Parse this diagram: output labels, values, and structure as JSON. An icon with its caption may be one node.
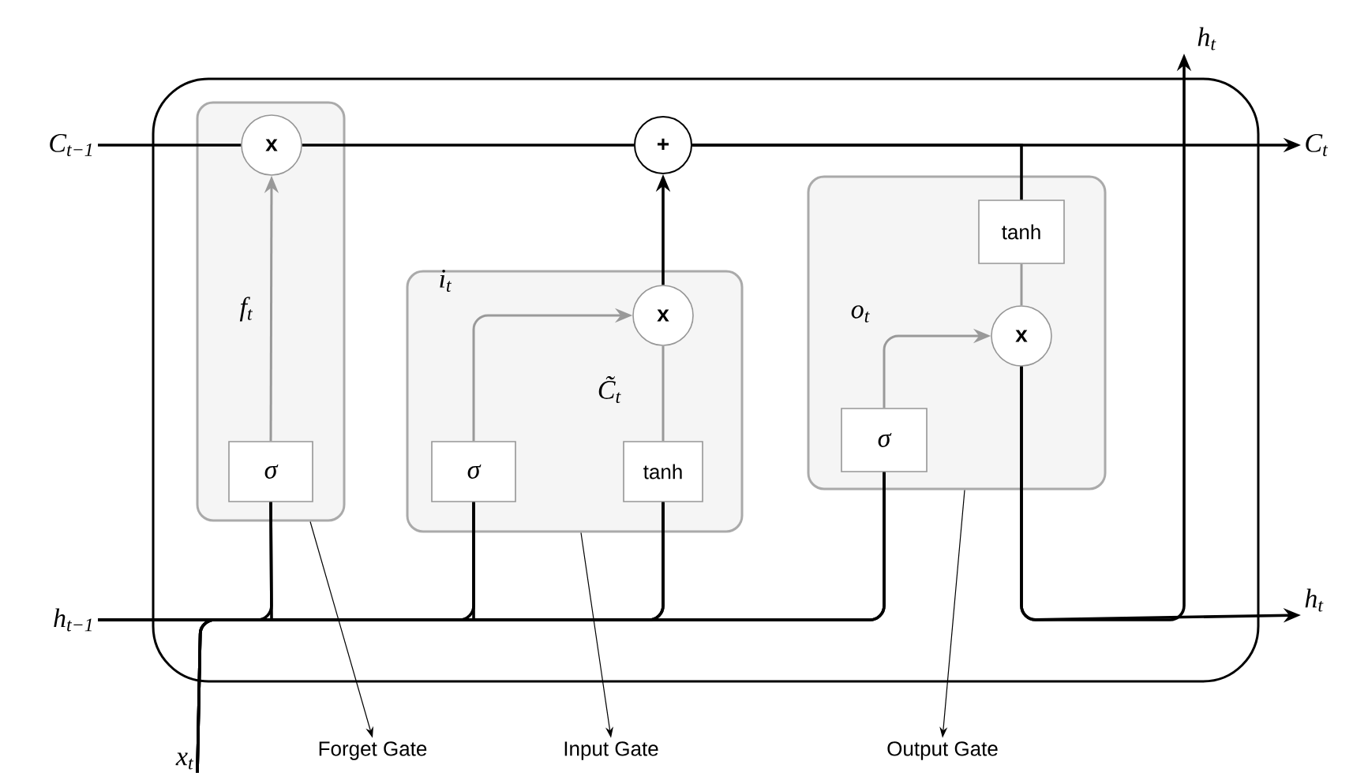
{
  "diagram": {
    "nodes": [
      {
        "text": [],
        "shape": "box"
      },
      {
        "text": [],
        "shape": "box",
        "in": 0
      },
      {
        "text": [],
        "shape": "box",
        "in": 0
      },
      {
        "text": [],
        "shape": "box",
        "in": 0
      },
      {
        "text": [
          "x"
        ],
        "in": 1
      },
      {
        "text": [
          "σ"
        ],
        "in": 1
      },
      {
        "text": [
          "+"
        ],
        "in": 0
      },
      {
        "text": [
          "x"
        ],
        "in": 2
      },
      {
        "text": [
          "σ"
        ],
        "in": 2
      },
      {
        "text": [
          "tanh"
        ],
        "in": 2
      },
      {
        "text": [
          "tanh"
        ],
        "in": 3
      },
      {
        "text": [
          "σ"
        ],
        "in": 3
      },
      {
        "text": [
          "x"
        ],
        "in": 3
      },
      {
        "text": [
          "C$_{t−1}$"
        ]
      },
      {
        "text": [
          "h$_{t−1}$"
        ]
      },
      {
        "text": [
          "x$_{t}$"
        ]
      },
      {
        "text": [
          "C$_{t}$"
        ]
      },
      {
        "text": [
          "h$_{t}$"
        ]
      },
      {
        "text": [
          "h$_{t}$"
        ]
      },
      {
        "text": [
          "Forget Gate"
        ]
      },
      {
        "text": [
          "Input Gate"
        ]
      },
      {
        "text": [
          "Output Gate"
        ]
      }
    ],
    "edges": [
      {
        "from": 13,
        "to": 4,
        "arrow": "none"
      },
      {
        "from": 4,
        "to": 6,
        "arrow": "none"
      },
      {
        "from": 6,
        "to": 16,
        "arrow": "to"
      },
      {
        "from": 5,
        "to": 4,
        "arrow": "to",
        "label": "f$_{t}$",
        "color": "#999999"
      },
      {
        "from": 14,
        "to": 5,
        "arrow": "none"
      },
      {
        "from": 14,
        "to": 8,
        "arrow": "none"
      },
      {
        "from": 14,
        "to": 9,
        "arrow": "none"
      },
      {
        "from": 14,
        "to": 11,
        "arrow": "none"
      },
      {
        "from": 15,
        "to": 5,
        "arrow": "none"
      },
      {
        "from": 15,
        "to": 8,
        "arrow": "none"
      },
      {
        "from": 15,
        "to": 9,
        "arrow": "none"
      },
      {
        "from": 15,
        "to": 11,
        "arrow": "none"
      },
      {
        "from": 8,
        "to": 7,
        "arrow": "to",
        "label": "i$_{t}$",
        "color": "#999999"
      },
      {
        "from": 9,
        "to": 7,
        "arrow": "none",
        "label": "C̃$_{t}$",
        "color": "#999999"
      },
      {
        "from": 7,
        "to": 6,
        "arrow": "to"
      },
      {
        "from": 6,
        "to": 10,
        "arrow": "none"
      },
      {
        "from": 10,
        "to": 12,
        "arrow": "none",
        "color": "#999999"
      },
      {
        "from": 11,
        "to": 12,
        "arrow": "to",
        "label": "o$_{t}$",
        "color": "#999999"
      },
      {
        "from": 12,
        "to": 17,
        "arrow": "to"
      },
      {
        "from": 12,
        "to": 18,
        "arrow": "to"
      },
      {
        "from": 1,
        "to": 19,
        "arrow": "to"
      },
      {
        "from": 2,
        "to": 20,
        "arrow": "to"
      },
      {
        "from": 3,
        "to": 21,
        "arrow": "to"
      }
    ]
  }
}
